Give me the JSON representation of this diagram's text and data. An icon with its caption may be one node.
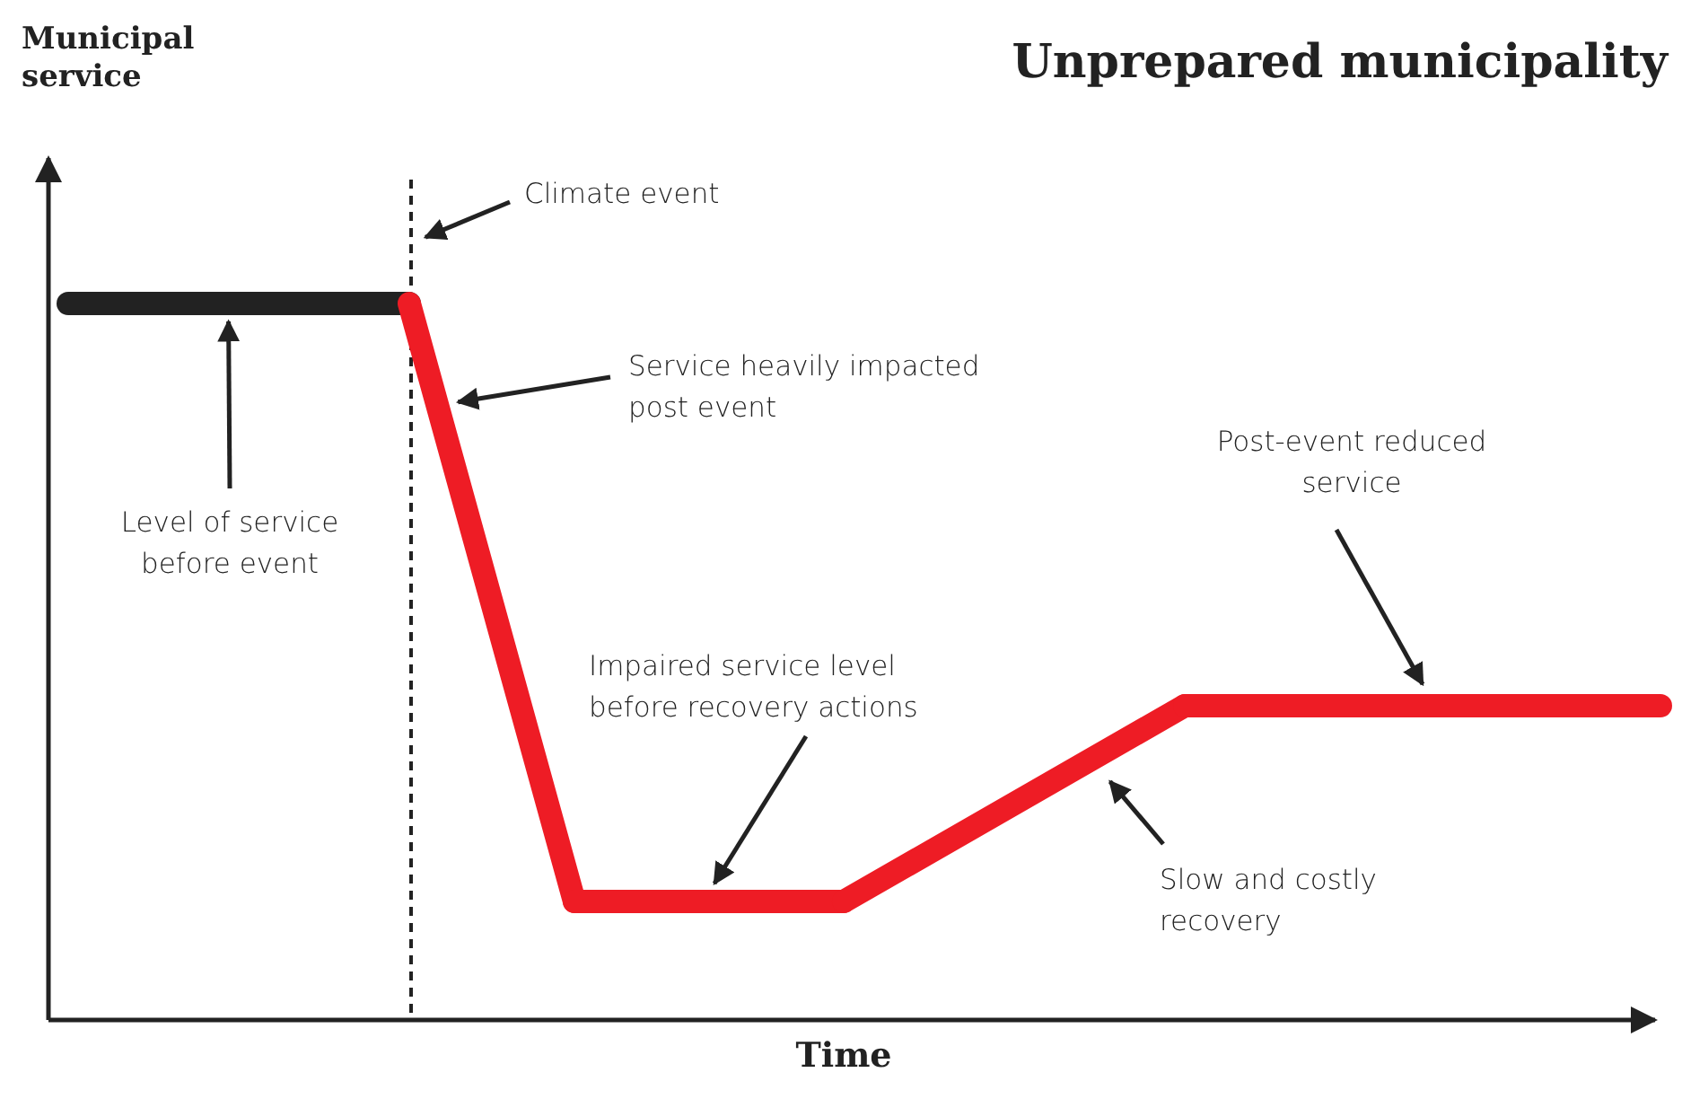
{
  "diagram": {
    "title": "Unprepared municipality",
    "nodes": [
      {
        "text": [
          "Climate event"
        ]
      },
      {
        "text": [],
        "shape": "line"
      },
      {
        "text": [
          "Service heavily impacted post event"
        ]
      },
      {
        "text": [
          "Level of service before event"
        ]
      },
      {
        "text": [
          "Post-event reduced service"
        ]
      },
      {
        "text": [
          "Impaired service level before recovery actions"
        ]
      },
      {
        "text": [
          "Slow and costly recovery"
        ]
      },
      {
        "text": [],
        "shape": "line"
      },
      {
        "text": [],
        "shape": "line"
      },
      {
        "text": [],
        "shape": "line"
      },
      {
        "text": [],
        "shape": "line"
      },
      {
        "text": [],
        "shape": "line"
      }
    ],
    "edges": [
      {
        "from": 0,
        "to": 1,
        "arrow": "to"
      },
      {
        "from": 2,
        "to": 8,
        "arrow": "to"
      },
      {
        "from": 3,
        "to": 7,
        "arrow": "to"
      },
      {
        "from": 4,
        "to": 11,
        "arrow": "to"
      },
      {
        "from": 5,
        "to": 9,
        "arrow": "to"
      },
      {
        "from": 6,
        "to": 10,
        "arrow": "to"
      }
    ],
    "labels": [
      "Municipal service",
      "Time"
    ]
  }
}
